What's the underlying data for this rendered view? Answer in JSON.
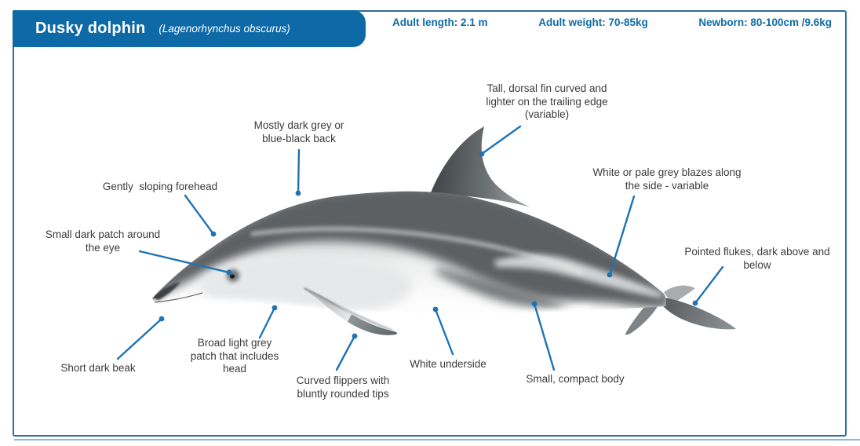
{
  "header": {
    "title": "Dusky dolphin",
    "subtitle": "(Lagenorhynchus obscurus)",
    "stats": [
      "Adult length: 2.1 m",
      "Adult weight: 70-85kg",
      "Newborn: 80-100cm /9.6kg"
    ]
  },
  "colors": {
    "title_bar_blue": "#0E69A7",
    "stats_text_blue": "#0E6BA8",
    "leader_line_blue": "#1E73B4",
    "label_text": "#3C3C3C",
    "page_border_blue": "#2F6F9F"
  },
  "diagram": {
    "subject": "Dusky dolphin anatomy illustration",
    "annotations": [
      {
        "id": "dorsal-fin",
        "text": "Tall, dorsal fin curved and\nlighter on the trailing edge\n(variable)"
      },
      {
        "id": "back",
        "text": "Mostly dark grey or\nblue-black back"
      },
      {
        "id": "forehead",
        "text": "Gently  sloping forehead"
      },
      {
        "id": "eye-patch",
        "text": "Small dark patch around\nthe eye"
      },
      {
        "id": "beak",
        "text": "Short dark beak"
      },
      {
        "id": "head-patch",
        "text": "Broad light grey\npatch that includes\nhead"
      },
      {
        "id": "flippers",
        "text": "Curved flippers with\nbluntly rounded tips"
      },
      {
        "id": "underside",
        "text": "White underside"
      },
      {
        "id": "body",
        "text": "Small, compact body"
      },
      {
        "id": "side-blazes",
        "text": "White or pale grey blazes along\nthe side - variable"
      },
      {
        "id": "flukes",
        "text": "Pointed flukes, dark above and\nbelow"
      }
    ]
  }
}
